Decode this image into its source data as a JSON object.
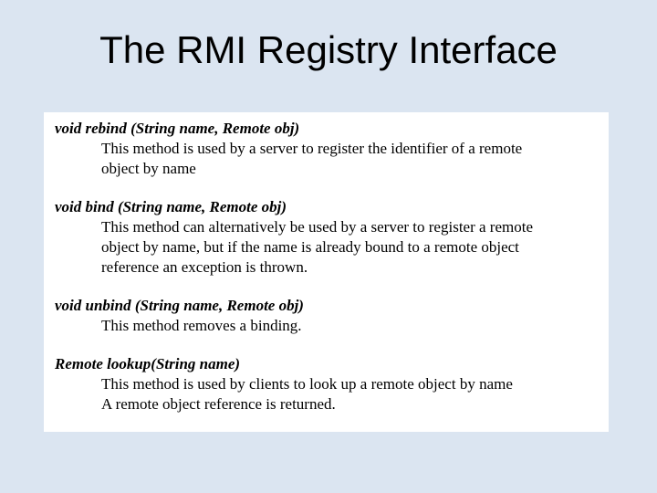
{
  "slide": {
    "title": "The RMI Registry Interface",
    "colors": {
      "background": "#dbe5f1",
      "box_background": "#ffffff",
      "text": "#000000"
    }
  },
  "box": {
    "methods": [
      {
        "signature": "void rebind (String name, Remote obj)",
        "lines": [
          "This method is used by a server to register the identifier of a remote",
          "object by name"
        ]
      },
      {
        "signature": "void bind (String name, Remote obj)",
        "lines": [
          "This method can alternatively be used by a server to register a remote",
          "object by name, but if the name is already bound to a remote object",
          "reference an exception is thrown."
        ]
      },
      {
        "signature": "void unbind (String name, Remote obj)",
        "lines": [
          "This method removes a binding."
        ]
      },
      {
        "signature": "Remote lookup(String name)",
        "lines": [
          "This method is used by clients to look up a remote object by name",
          "A remote object reference is returned."
        ]
      }
    ]
  }
}
